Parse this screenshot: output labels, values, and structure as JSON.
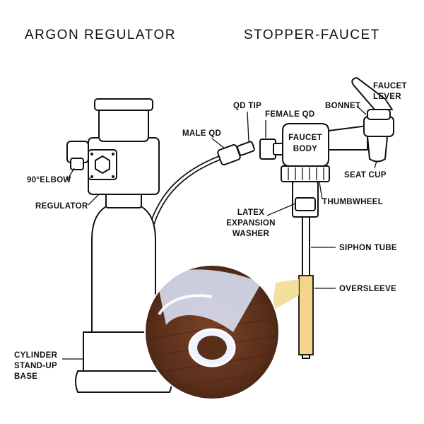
{
  "titles": {
    "left": "ARGON REGULATOR",
    "right": "STOPPER-FAUCET"
  },
  "labels": {
    "elbow": "90°ELBOW",
    "regulator": "REGULATOR",
    "cylinder_line1": "CYLINDER",
    "cylinder_line2": "STAND-UP",
    "cylinder_line3": "BASE",
    "male_qd": "MALE QD",
    "qd_tip": "QD TIP",
    "female_qd": "FEMALE QD",
    "faucet_body_line1": "FAUCET",
    "faucet_body_line2": "BODY",
    "bonnet": "BONNET",
    "faucet_lever_line1": "FAUCET",
    "faucet_lever_line2": "LEVER",
    "seat_cup": "SEAT CUP",
    "thumbwheel": "THUMBWHEEL",
    "latex_line1": "LATEX",
    "latex_line2": "EXPANSION",
    "latex_line3": "WASHER",
    "siphon_tube": "SIPHON TUBE",
    "oversleeve": "OVERSLEEVE"
  },
  "colors": {
    "ink": "#111111",
    "oversleeve": "#f2d48a",
    "callout": "#efd98c",
    "inset_wood": "#6b3a22",
    "tube_glow": "#dfe9ff"
  }
}
